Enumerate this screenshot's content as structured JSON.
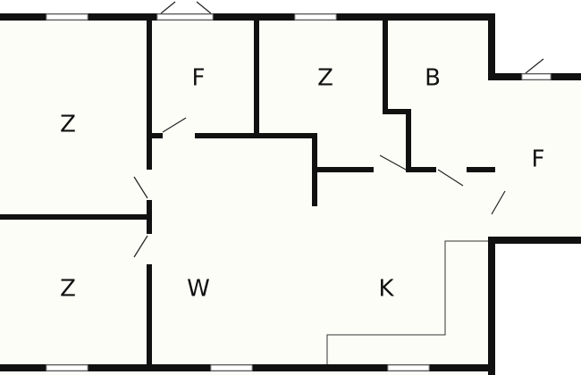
{
  "floorplan": {
    "rooms": [
      {
        "id": "z-top-left",
        "label": "Z"
      },
      {
        "id": "f-top",
        "label": "F"
      },
      {
        "id": "z-top-middle",
        "label": "Z"
      },
      {
        "id": "b",
        "label": "B"
      },
      {
        "id": "f-right",
        "label": "F"
      },
      {
        "id": "z-bottom-left",
        "label": "Z"
      },
      {
        "id": "w",
        "label": "W"
      },
      {
        "id": "k",
        "label": "K"
      }
    ]
  },
  "colors": {
    "floor": "#fdfdf7",
    "wall": "#111111",
    "window": "#ffffff"
  }
}
